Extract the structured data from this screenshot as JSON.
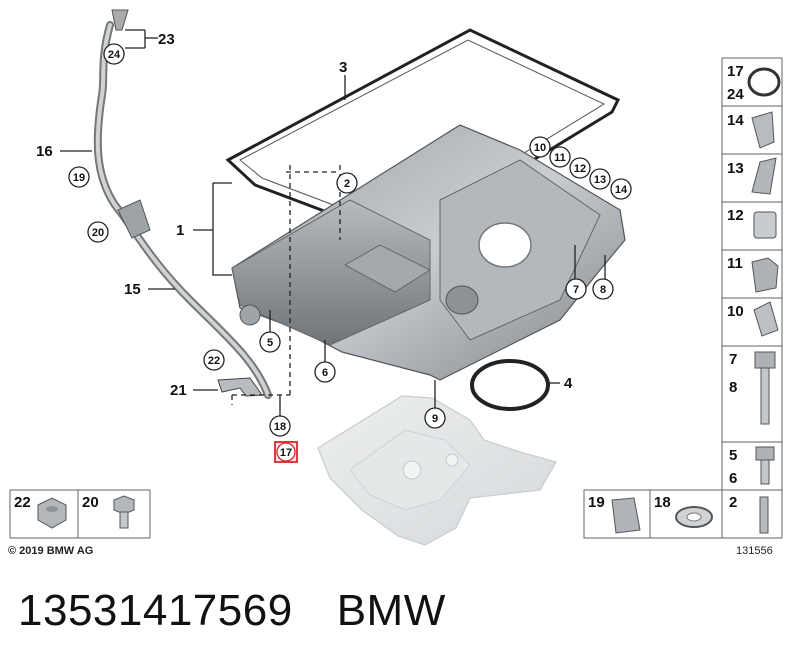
{
  "diagram": {
    "copyright": "© 2019 BMW AG",
    "image_number": "131556",
    "callouts": {
      "c1": "1",
      "c3": "3",
      "c4": "4",
      "c15": "15",
      "c16": "16",
      "c21": "21",
      "c23": "23",
      "c2": "2",
      "c5": "5",
      "c6": "6",
      "c7": "7",
      "c8": "8",
      "c9": "9",
      "c10": "10",
      "c11": "11",
      "c12": "12",
      "c13": "13",
      "c14": "14",
      "c17": "17",
      "c18": "18",
      "c19": "19",
      "c20": "20",
      "c22": "22",
      "c24": "24"
    },
    "side_boxes": {
      "b1a": "17",
      "b1b": "24",
      "b2": "14",
      "b3": "13",
      "b4": "12",
      "b5": "11",
      "b6": "10",
      "b7a": "7",
      "b7b": "8",
      "b8a": "5",
      "b8b": "6"
    },
    "bottom_boxes": {
      "left1": "22",
      "left2": "20",
      "right1": "19",
      "right2": "18",
      "right3": "2"
    },
    "highlight_color": "#d9262c"
  },
  "caption": {
    "part_number": "13531417569",
    "brand": "BMW"
  }
}
